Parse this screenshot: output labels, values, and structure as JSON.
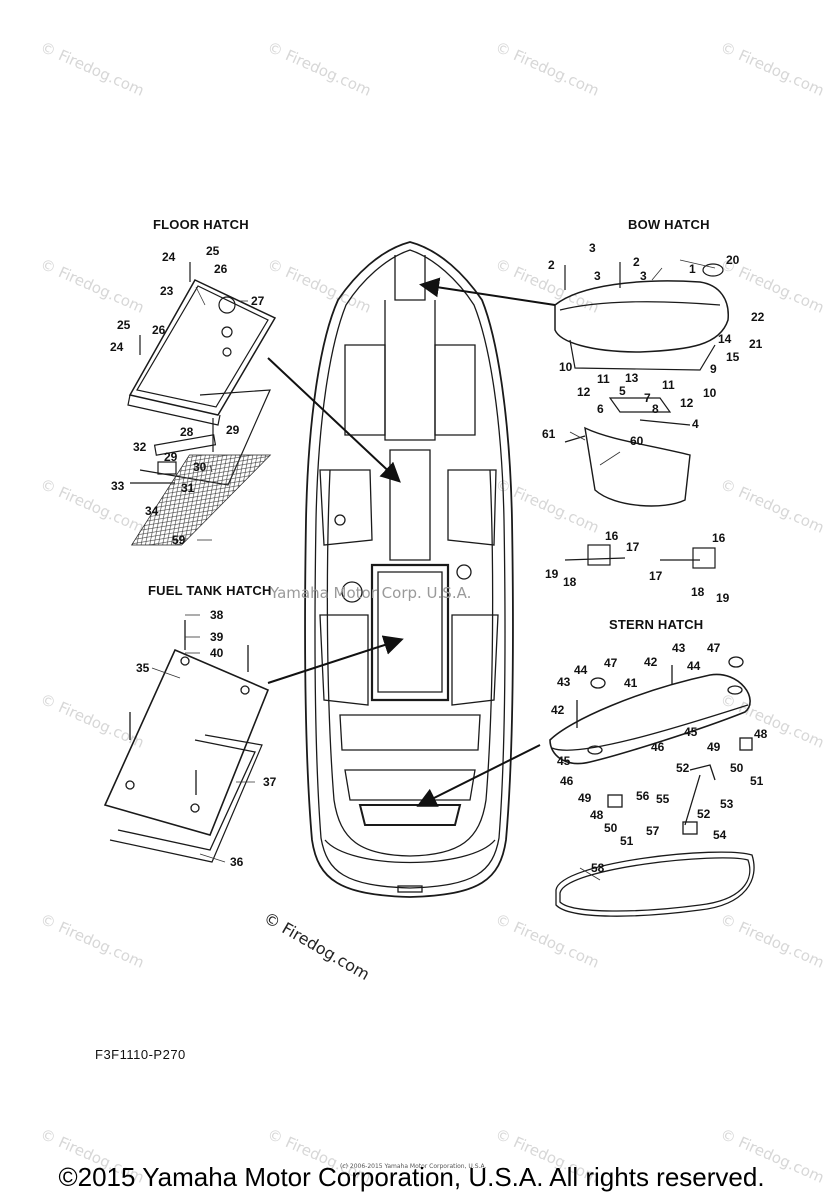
{
  "sections": {
    "floor_hatch": "FLOOR HATCH",
    "bow_hatch": "BOW HATCH",
    "fuel_tank_hatch": "FUEL TANK HATCH",
    "stern_hatch": "STERN HATCH"
  },
  "watermark": "© Firedog.com",
  "center_mark": "Yamaha Motor Corp. U.S.A.",
  "firedog_credit": "© Firedog.com",
  "figure_code": "F3F1110-P270",
  "tiny_credit": "(c) 2006-2015 Yamaha Motor Corporation, U.S.A.",
  "copyright": "©2015 Yamaha Motor Corporation, U.S.A. All rights reserved.",
  "part_numbers": {
    "floor": [
      "24",
      "25",
      "26",
      "23",
      "27",
      "25",
      "26",
      "24",
      "28",
      "29",
      "32",
      "29",
      "33",
      "30",
      "31",
      "34",
      "59"
    ],
    "bow": [
      "3",
      "2",
      "2",
      "3",
      "3",
      "1",
      "20",
      "22",
      "14",
      "21",
      "15",
      "10",
      "11",
      "12",
      "9",
      "13",
      "7",
      "5",
      "6",
      "8",
      "12",
      "11",
      "10",
      "4",
      "61",
      "60",
      "16",
      "17",
      "19",
      "18",
      "16",
      "17",
      "18",
      "19"
    ],
    "fuel": [
      "38",
      "39",
      "40",
      "35",
      "37",
      "36"
    ],
    "stern": [
      "43",
      "42",
      "44",
      "47",
      "47",
      "44",
      "41",
      "43",
      "42",
      "48",
      "45",
      "49",
      "46",
      "50",
      "51",
      "45",
      "46",
      "52",
      "53",
      "55",
      "56",
      "49",
      "48",
      "52",
      "50",
      "51",
      "57",
      "54",
      "58"
    ]
  },
  "colors": {
    "line": "#1a1a1a",
    "watermark": "#d7d7d7"
  }
}
